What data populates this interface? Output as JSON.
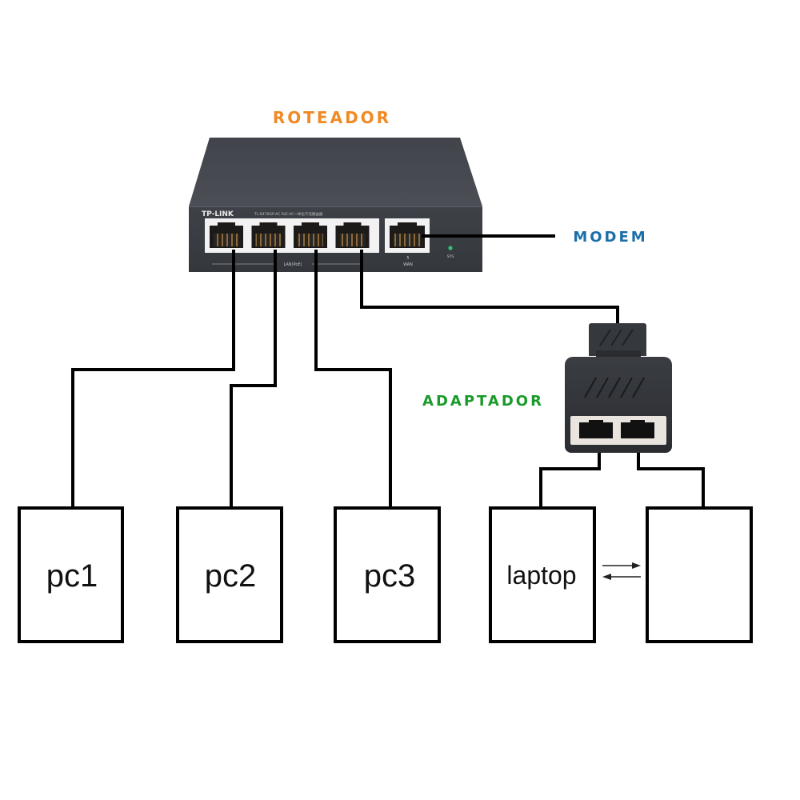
{
  "labels": {
    "router": "ROTEADOR",
    "modem": "MODEM",
    "adapter": "ADAPTADOR"
  },
  "router": {
    "brand": "TP-LINK",
    "model": "TL-R470GP-AC PoE·AC一体化千兆路由器",
    "lan_group_label": "LAN(PoE)",
    "wan_port_number": "5",
    "wan_label": "WAN",
    "sys_label": "SYS",
    "lan_port_count": 4
  },
  "devices": [
    {
      "id": "pc1",
      "label": "pc1"
    },
    {
      "id": "pc2",
      "label": "pc2"
    },
    {
      "id": "pc3",
      "label": "pc3"
    },
    {
      "id": "laptop",
      "label": "laptop"
    },
    {
      "id": "device5",
      "label": ""
    }
  ],
  "connections": [
    {
      "from": "router-lan-1",
      "to": "pc1"
    },
    {
      "from": "router-lan-2",
      "to": "pc2"
    },
    {
      "from": "router-lan-3",
      "to": "pc3"
    },
    {
      "from": "router-lan-4",
      "to": "adapter"
    },
    {
      "from": "router-wan",
      "to": "modem"
    },
    {
      "from": "adapter-port-1",
      "to": "laptop"
    },
    {
      "from": "adapter-port-2",
      "to": "device5"
    },
    {
      "from": "laptop",
      "to": "device5",
      "type": "bidirectional"
    }
  ],
  "colors": {
    "router_label": "#f08a24",
    "modem_label": "#1a6fa8",
    "adapter_label": "#1a9a2a",
    "router_body": "#3d4147",
    "router_top": "#4a4e54",
    "led": "#2ec27e",
    "wire": "#000000"
  }
}
